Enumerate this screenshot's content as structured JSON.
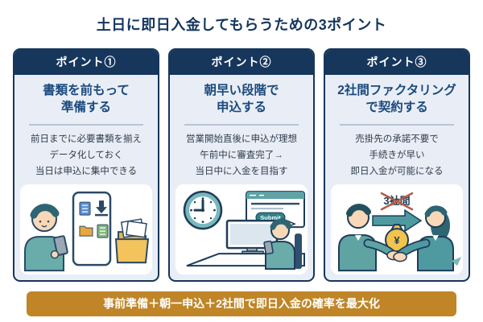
{
  "header": {
    "title": "土日に即日入金してもらうための3ポイント"
  },
  "cards": [
    {
      "badge": "ポイント①",
      "heading_lines": [
        "書類を前もって",
        "準備する"
      ],
      "body_lines": [
        "前日までに必要書類を揃え",
        "データ化しておく",
        "当日は申込に集中できる"
      ],
      "illustration": "man-with-smartphone-digitizing-documents-into-folder"
    },
    {
      "badge": "ポイント②",
      "heading_lines": [
        "朝早い段階で",
        "申込する"
      ],
      "body_lines": [
        "営業開始直後に申込が理想",
        "午前中に審査完了→",
        "当日中に入金を目指す"
      ],
      "illustration": "clock-at-nine-submitting-form-on-computer"
    },
    {
      "badge": "ポイント③",
      "heading_lines": [
        "2社間ファクタリング",
        "で契約する"
      ],
      "body_lines": [
        "売掛先の承諾不要で",
        "手続きが早い",
        "即日入金が可能になる"
      ],
      "illustration": "two-businesspeople-handshake-with-money-transfer"
    }
  ],
  "illustration_labels": {
    "submit_button": "Submit",
    "crossed_out": "3社間",
    "money_bag_symbol": "¥"
  },
  "banner": {
    "label": "事前準備＋朝一申込＋2社間で即日入金の確率を最大化"
  },
  "colors": {
    "navy": "#16365c",
    "heading_blue": "#1b4a7e",
    "card_background": "#e9eef6",
    "divider": "#b7c5d6",
    "body_text": "#2f3b4c",
    "banner_gold": "#bf8526",
    "teal": "#5fa3a3",
    "accent_orange": "#edb445"
  }
}
